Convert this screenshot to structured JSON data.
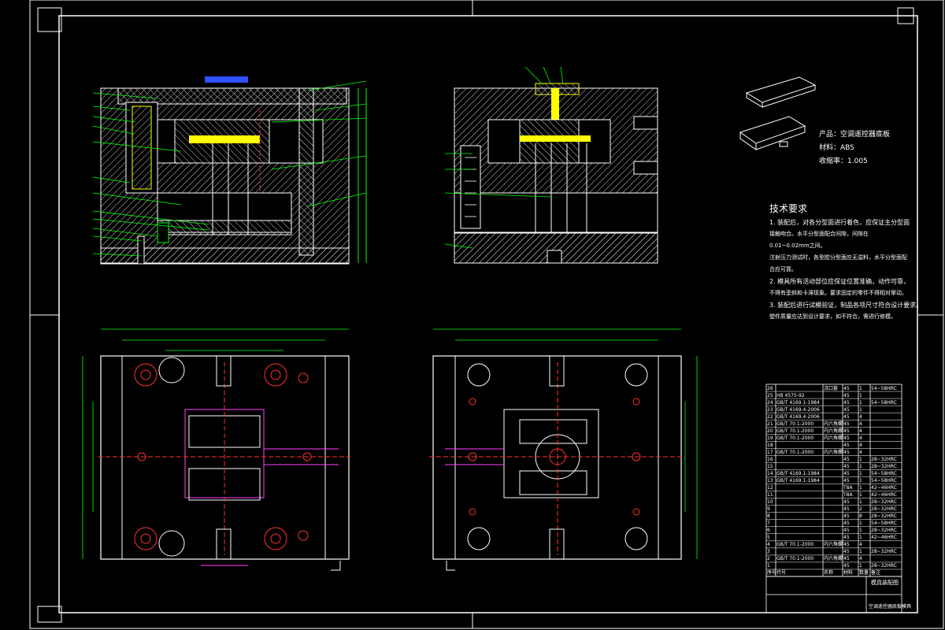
{
  "drawing": {
    "product_info": {
      "product_label": "产品：空调遥控器底板",
      "material_label": "材料：ABS",
      "shrink_label": "收缩率：1.005"
    },
    "tech_requirements": {
      "title": "技术要求",
      "lines": [
        "1. 装配后，对各分型面进行着色，应保证主分型面",
        "接触吻合。水平分型面配合间隙，间隙在",
        "0.01~0.02mm之间。",
        "注射压力测试时，各型腔分型面应无溢料，水平分型面配",
        "合应可靠。",
        "2. 模具所有活动部位应保证位置准确，动作可靠，",
        "不得有歪斜和卡滞现象。要求固定的零件不得相对窜动。",
        "3. 装配后进行试模验证，制品各项尺寸符合设计要求。",
        "塑件质量应达到设计要求，如不符合，需进行修模。"
      ]
    },
    "bom": {
      "rows": [
        [
          "26",
          "",
          "",
          "浇口套",
          "45",
          "1",
          "54~58HRC"
        ],
        [
          "25",
          "HB 4575-92",
          "",
          "",
          "45",
          "1",
          ""
        ],
        [
          "24",
          "GB/T 4169.1-1984",
          "",
          "",
          "45",
          "1",
          "54~58HRC"
        ],
        [
          "23",
          "GB/T 4169.4-2006",
          "",
          "",
          "45",
          "1",
          ""
        ],
        [
          "22",
          "GB/T 4169.4-2006",
          "",
          "",
          "45",
          "4",
          ""
        ],
        [
          "21",
          "GB/T 70.1-2000",
          "",
          "内六角螺钉",
          "45",
          "4",
          ""
        ],
        [
          "20",
          "GB/T 70.1-2000",
          "",
          "内六角螺钉",
          "45",
          "4",
          ""
        ],
        [
          "19",
          "GB/T 70.1-2000",
          "",
          "内六角螺钉",
          "45",
          "4",
          ""
        ],
        [
          "18",
          "",
          "",
          "",
          "45",
          "4",
          ""
        ],
        [
          "17",
          "GB/T 70.1-2000",
          "",
          "内六角螺钉",
          "45",
          "4",
          ""
        ],
        [
          "16",
          "",
          "",
          "",
          "45",
          "1",
          "28~32HRC"
        ],
        [
          "15",
          "",
          "",
          "",
          "45",
          "1",
          "28~32HRC"
        ],
        [
          "14",
          "GB/T 4169.1-1984",
          "",
          "",
          "45",
          "1",
          "54~58HRC"
        ],
        [
          "13",
          "GB/T 4169.1-1984",
          "",
          "",
          "45",
          "1",
          "54~58HRC"
        ],
        [
          "12",
          "",
          "",
          "",
          "T8A",
          "1",
          "42~46HRC"
        ],
        [
          "11",
          "",
          "",
          "",
          "T8A",
          "1",
          "42~46HRC"
        ],
        [
          "10",
          "",
          "",
          "",
          "45",
          "1",
          "28~32HRC"
        ],
        [
          "9",
          "",
          "",
          "",
          "45",
          "2",
          "28~32HRC"
        ],
        [
          "8",
          "",
          "",
          "",
          "45",
          "8",
          "28~32HRC"
        ],
        [
          "7",
          "",
          "",
          "",
          "45",
          "1",
          "54~58HRC"
        ],
        [
          "6",
          "",
          "",
          "",
          "45",
          "1",
          "28~32HRC"
        ],
        [
          "5",
          "",
          "",
          "",
          "45",
          "1",
          "42~46HRC"
        ],
        [
          "4",
          "GB/T 70.1-2000",
          "",
          "内六角螺钉",
          "45",
          "4",
          ""
        ],
        [
          "3",
          "",
          "",
          "",
          "45",
          "1",
          "28~32HRC"
        ],
        [
          "2",
          "GB/T 70.1-2000",
          "",
          "内六角螺钉",
          "45",
          "4",
          ""
        ],
        [
          "1",
          "",
          "",
          "",
          "45",
          "1",
          "28~32HRC"
        ]
      ],
      "header": [
        "序号",
        "代号",
        "",
        "名称",
        "材料",
        "数量",
        "备注"
      ]
    },
    "title_block": {
      "title": "模具装配图",
      "subtitle": "空调遥控器底板模具"
    },
    "colors": {
      "hatch": "#ffffff",
      "green": "#00ff00",
      "yellow": "#ffff00",
      "red": "#ff3030",
      "magenta": "#ff40ff",
      "cyan": "#00ffff",
      "blue": "#4060ff"
    }
  }
}
